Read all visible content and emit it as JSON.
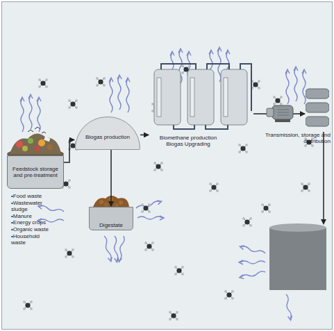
{
  "diagram": {
    "nodes": [
      {
        "text": [
          "Feedstock storage and pre-treatment"
        ]
      },
      {
        "text": [
          "Biogas production"
        ]
      },
      {
        "text": [
          "Digestate"
        ]
      },
      {
        "text": [
          "Biomethane production Biogas Upgrading"
        ]
      },
      {
        "text": [
          "Transmission, storage and distribution"
        ]
      }
    ],
    "edges": [
      {
        "from": 0,
        "to": 1,
        "arrow": "to"
      },
      {
        "from": 1,
        "to": 2,
        "arrow": "to"
      },
      {
        "from": 1,
        "to": 3,
        "arrow": "to"
      },
      {
        "from": 3,
        "to": 4,
        "arrow": "to"
      }
    ],
    "labels": [
      "•Food waste",
      "•Wastewater sludge",
      "•Manure",
      "•Energy crops",
      "•Organic waste",
      "•Household waste"
    ]
  }
}
